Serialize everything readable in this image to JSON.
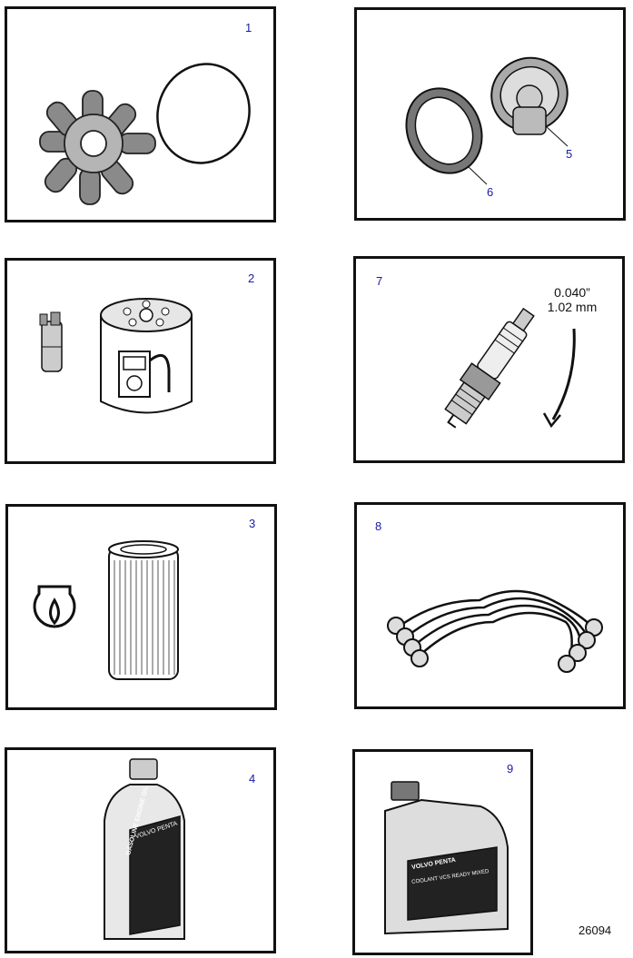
{
  "panels": [
    {
      "number": "1"
    },
    {
      "number": "2"
    },
    {
      "number": "3"
    },
    {
      "number": "4"
    },
    {
      "callout_a": "5",
      "callout_b": "6"
    },
    {
      "number": "7",
      "measurement_in": "0.040”",
      "measurement_mm": "1.02 mm"
    },
    {
      "number": "8"
    },
    {
      "number": "9",
      "label_brand": "VOLVO PENTA",
      "label_product": "COOLANT VCS READY MIXED"
    }
  ],
  "oil_bottle": {
    "label_brand": "VOLVO PENTA",
    "label_product": "GASOLINE ENGINE OIL"
  },
  "reference_number": "26094"
}
